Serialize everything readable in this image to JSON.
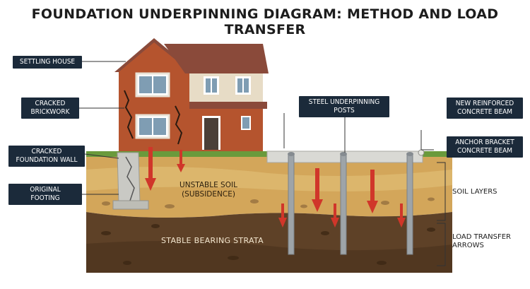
{
  "title": "FOUNDATION UNDERPINNING DIAGRAM: METHOD AND LOAD TRANSFER",
  "labels": {
    "settling_house": "SETTLING HOUSE",
    "cracked_brickwork": "CRACKED\nBRICKWORK",
    "cracked_foundation_wall": "CRACKED\nFOUNDATION WALL",
    "original_footing": "ORIGINAL\nFOOTING",
    "steel_underpinning_posts": "STEEL UNDERPINNING\nPOSTS",
    "new_reinforced_concrete_beam": "NEW REINFORCED\nCONCRETE BEAM",
    "anchor_bracket_concrete_beam": "ANCHOR BRACKET\nCONCRETE BEAM",
    "soil_layers": "SOIL LAYERS",
    "load_transfer_arrows": "LOAD TRANSFER\nARROWS"
  },
  "soil_text": {
    "unstable": "UNSTABLE SOIL\n(SUBSIDENCE)",
    "stable": "STABLE BEARING STRATA"
  },
  "colors": {
    "label_bg": "#1b2a3a",
    "brick": "#b5542e",
    "roof": "#8a4a3a",
    "soil_upper": "#d3a65a",
    "soil_lower": "#5e4127",
    "arrow": "#d0362a",
    "steel": "#9ea4a8"
  }
}
